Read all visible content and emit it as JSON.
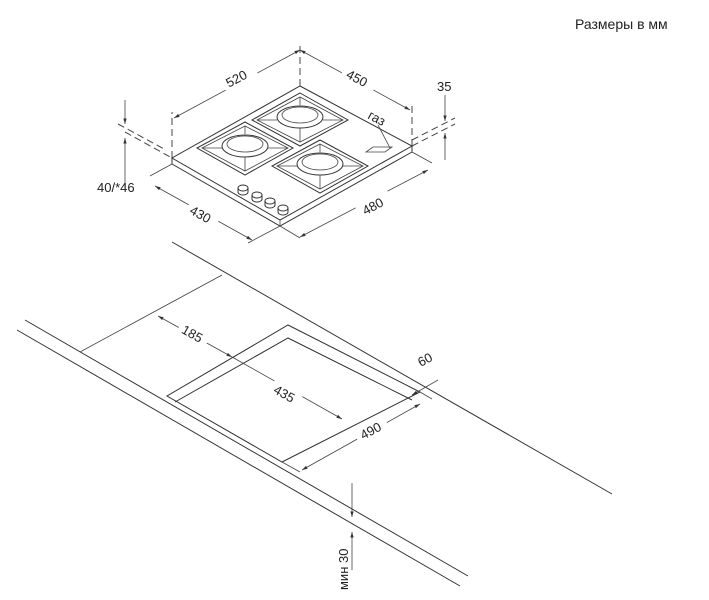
{
  "title": "Размеры в мм",
  "hob": {
    "gas_label": "газ",
    "dimensions": {
      "width_top": "520",
      "depth_top": "450",
      "height": "35",
      "height_alt": "40/*46",
      "front_width": "430",
      "side_depth": "480"
    }
  },
  "cutout": {
    "dimensions": {
      "offset_front": "185",
      "cutout_depth": "435",
      "cutout_width": "490",
      "offset_back": "60",
      "min_thickness": "мин 30"
    }
  },
  "colors": {
    "line": "#333333",
    "background": "#ffffff"
  }
}
